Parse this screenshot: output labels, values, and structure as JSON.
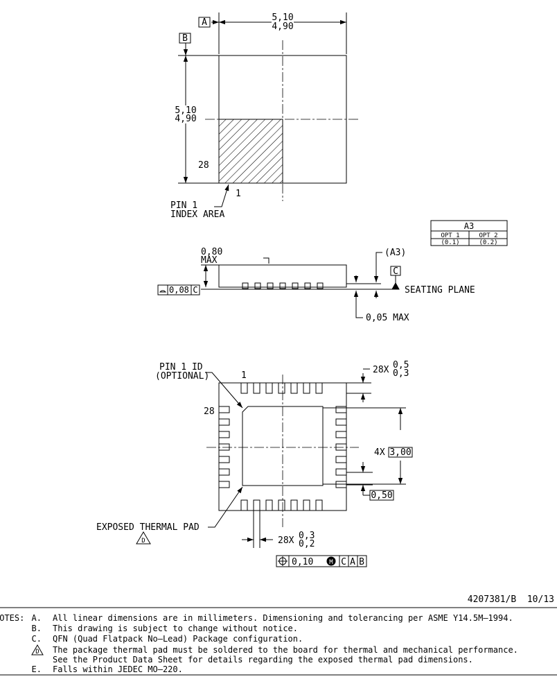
{
  "datums": {
    "a": "A",
    "b": "B",
    "c": "C"
  },
  "top_view": {
    "width_max": "5,10",
    "width_min": "4,90",
    "height_max": "5,10",
    "height_min": "4,90",
    "pin_28": "28",
    "pin_1": "1",
    "pin1_index_line1": "PIN 1",
    "pin1_index_line2": "INDEX AREA"
  },
  "a3_table": {
    "title": "A3",
    "headers": [
      "OPT 1",
      "OPT 2"
    ],
    "values": [
      "(0.1)",
      "(0.2)"
    ]
  },
  "side_view": {
    "height": "0,80",
    "height_note": "MAX",
    "a3_label": "(A3)",
    "flatness_value": "0,08",
    "flatness_datum": "C",
    "seating_plane": "SEATING PLANE",
    "standoff": "0,05 MAX"
  },
  "bottom_view": {
    "pin1_id_line1": "PIN 1 ID",
    "pin1_id_line2": "(OPTIONAL)",
    "pin_1": "1",
    "pin_28": "28",
    "lead_length_count": "28X",
    "lead_length_max": "0,5",
    "lead_length_min": "0,3",
    "pad_count": "4X",
    "pad_size": "3,00",
    "pitch": "0,50",
    "exposed_pad": "EXPOSED THERMAL PAD",
    "note_flag": "D",
    "lead_width_count": "28X",
    "lead_width_max": "0,3",
    "lead_width_min": "0,2",
    "position_tol": "0,10",
    "position_modifier": "M",
    "position_datums": [
      "C",
      "A",
      "B"
    ]
  },
  "drawing_number": "4207381/B  10/13",
  "notes": {
    "heading": "NOTES:",
    "items": [
      {
        "letter": "A.",
        "text": "All linear dimensions are in millimeters. Dimensioning and tolerancing per ASME Y14.5M–1994."
      },
      {
        "letter": "B.",
        "text": "This drawing is subject to change without notice."
      },
      {
        "letter": "C.",
        "text": "QFN (Quad Flatpack No–Lead) Package configuration."
      },
      {
        "letter": "D",
        "text": "The package thermal pad must be soldered to the board for thermal and mechanical performance."
      },
      {
        "letter": "",
        "text": "See the Product Data Sheet for details regarding the exposed thermal pad dimensions."
      },
      {
        "letter": "E.",
        "text": "Falls within JEDEC MO–220."
      }
    ]
  }
}
